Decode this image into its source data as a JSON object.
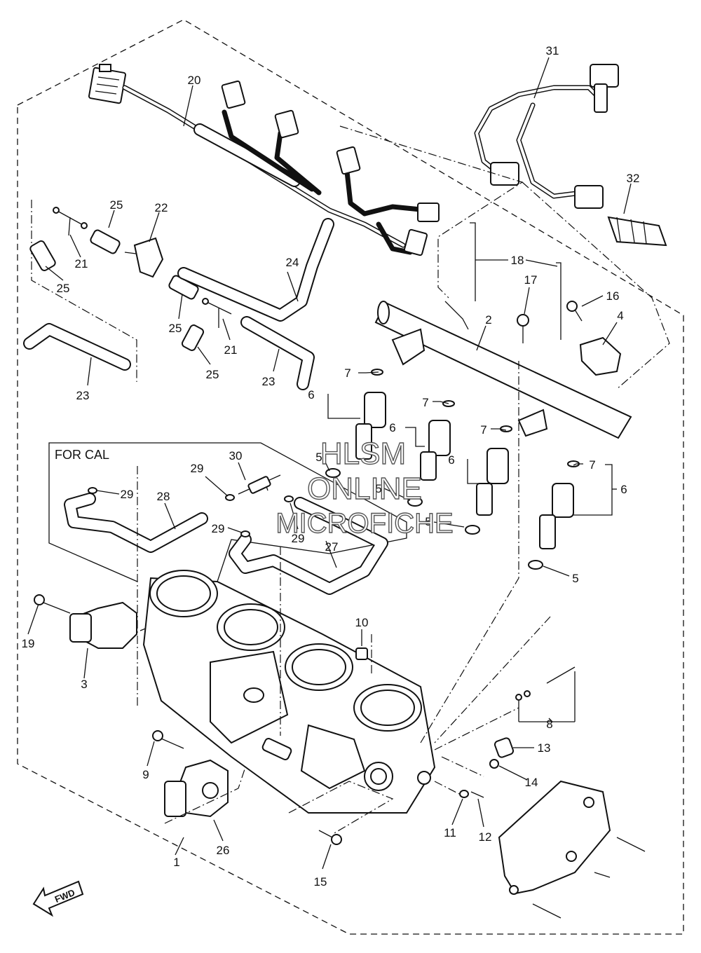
{
  "diagram": {
    "group_label": "FOR CAL",
    "fwd_label": "FWD",
    "watermark": [
      "HLSM",
      "ONLINE",
      "MICROFICHE"
    ],
    "callouts": [
      {
        "id": "c1",
        "text": "1"
      },
      {
        "id": "c2",
        "text": "2"
      },
      {
        "id": "c3",
        "text": "3"
      },
      {
        "id": "c4",
        "text": "4"
      },
      {
        "id": "c5a",
        "text": "5"
      },
      {
        "id": "c5b",
        "text": "5"
      },
      {
        "id": "c5c",
        "text": "5"
      },
      {
        "id": "c5d",
        "text": "5"
      },
      {
        "id": "c6a",
        "text": "6"
      },
      {
        "id": "c6b",
        "text": "6"
      },
      {
        "id": "c6c",
        "text": "6"
      },
      {
        "id": "c6d",
        "text": "6"
      },
      {
        "id": "c7a",
        "text": "7"
      },
      {
        "id": "c7b",
        "text": "7"
      },
      {
        "id": "c7c",
        "text": "7"
      },
      {
        "id": "c7d",
        "text": "7"
      },
      {
        "id": "c8",
        "text": "8"
      },
      {
        "id": "c9",
        "text": "9"
      },
      {
        "id": "c10",
        "text": "10"
      },
      {
        "id": "c11",
        "text": "11"
      },
      {
        "id": "c12",
        "text": "12"
      },
      {
        "id": "c13",
        "text": "13"
      },
      {
        "id": "c14",
        "text": "14"
      },
      {
        "id": "c15",
        "text": "15"
      },
      {
        "id": "c16",
        "text": "16"
      },
      {
        "id": "c17",
        "text": "17"
      },
      {
        "id": "c18",
        "text": "18"
      },
      {
        "id": "c19",
        "text": "19"
      },
      {
        "id": "c20",
        "text": "20"
      },
      {
        "id": "c21a",
        "text": "21"
      },
      {
        "id": "c21b",
        "text": "21"
      },
      {
        "id": "c22",
        "text": "22"
      },
      {
        "id": "c23a",
        "text": "23"
      },
      {
        "id": "c23b",
        "text": "23"
      },
      {
        "id": "c24",
        "text": "24"
      },
      {
        "id": "c25a",
        "text": "25"
      },
      {
        "id": "c25b",
        "text": "25"
      },
      {
        "id": "c25c",
        "text": "25"
      },
      {
        "id": "c25d",
        "text": "25"
      },
      {
        "id": "c26",
        "text": "26"
      },
      {
        "id": "c27",
        "text": "27"
      },
      {
        "id": "c28",
        "text": "28"
      },
      {
        "id": "c29a",
        "text": "29"
      },
      {
        "id": "c29b",
        "text": "29"
      },
      {
        "id": "c29c",
        "text": "29"
      },
      {
        "id": "c29d",
        "text": "29"
      },
      {
        "id": "c30",
        "text": "30"
      },
      {
        "id": "c31",
        "text": "31"
      },
      {
        "id": "c32",
        "text": "32"
      }
    ]
  }
}
